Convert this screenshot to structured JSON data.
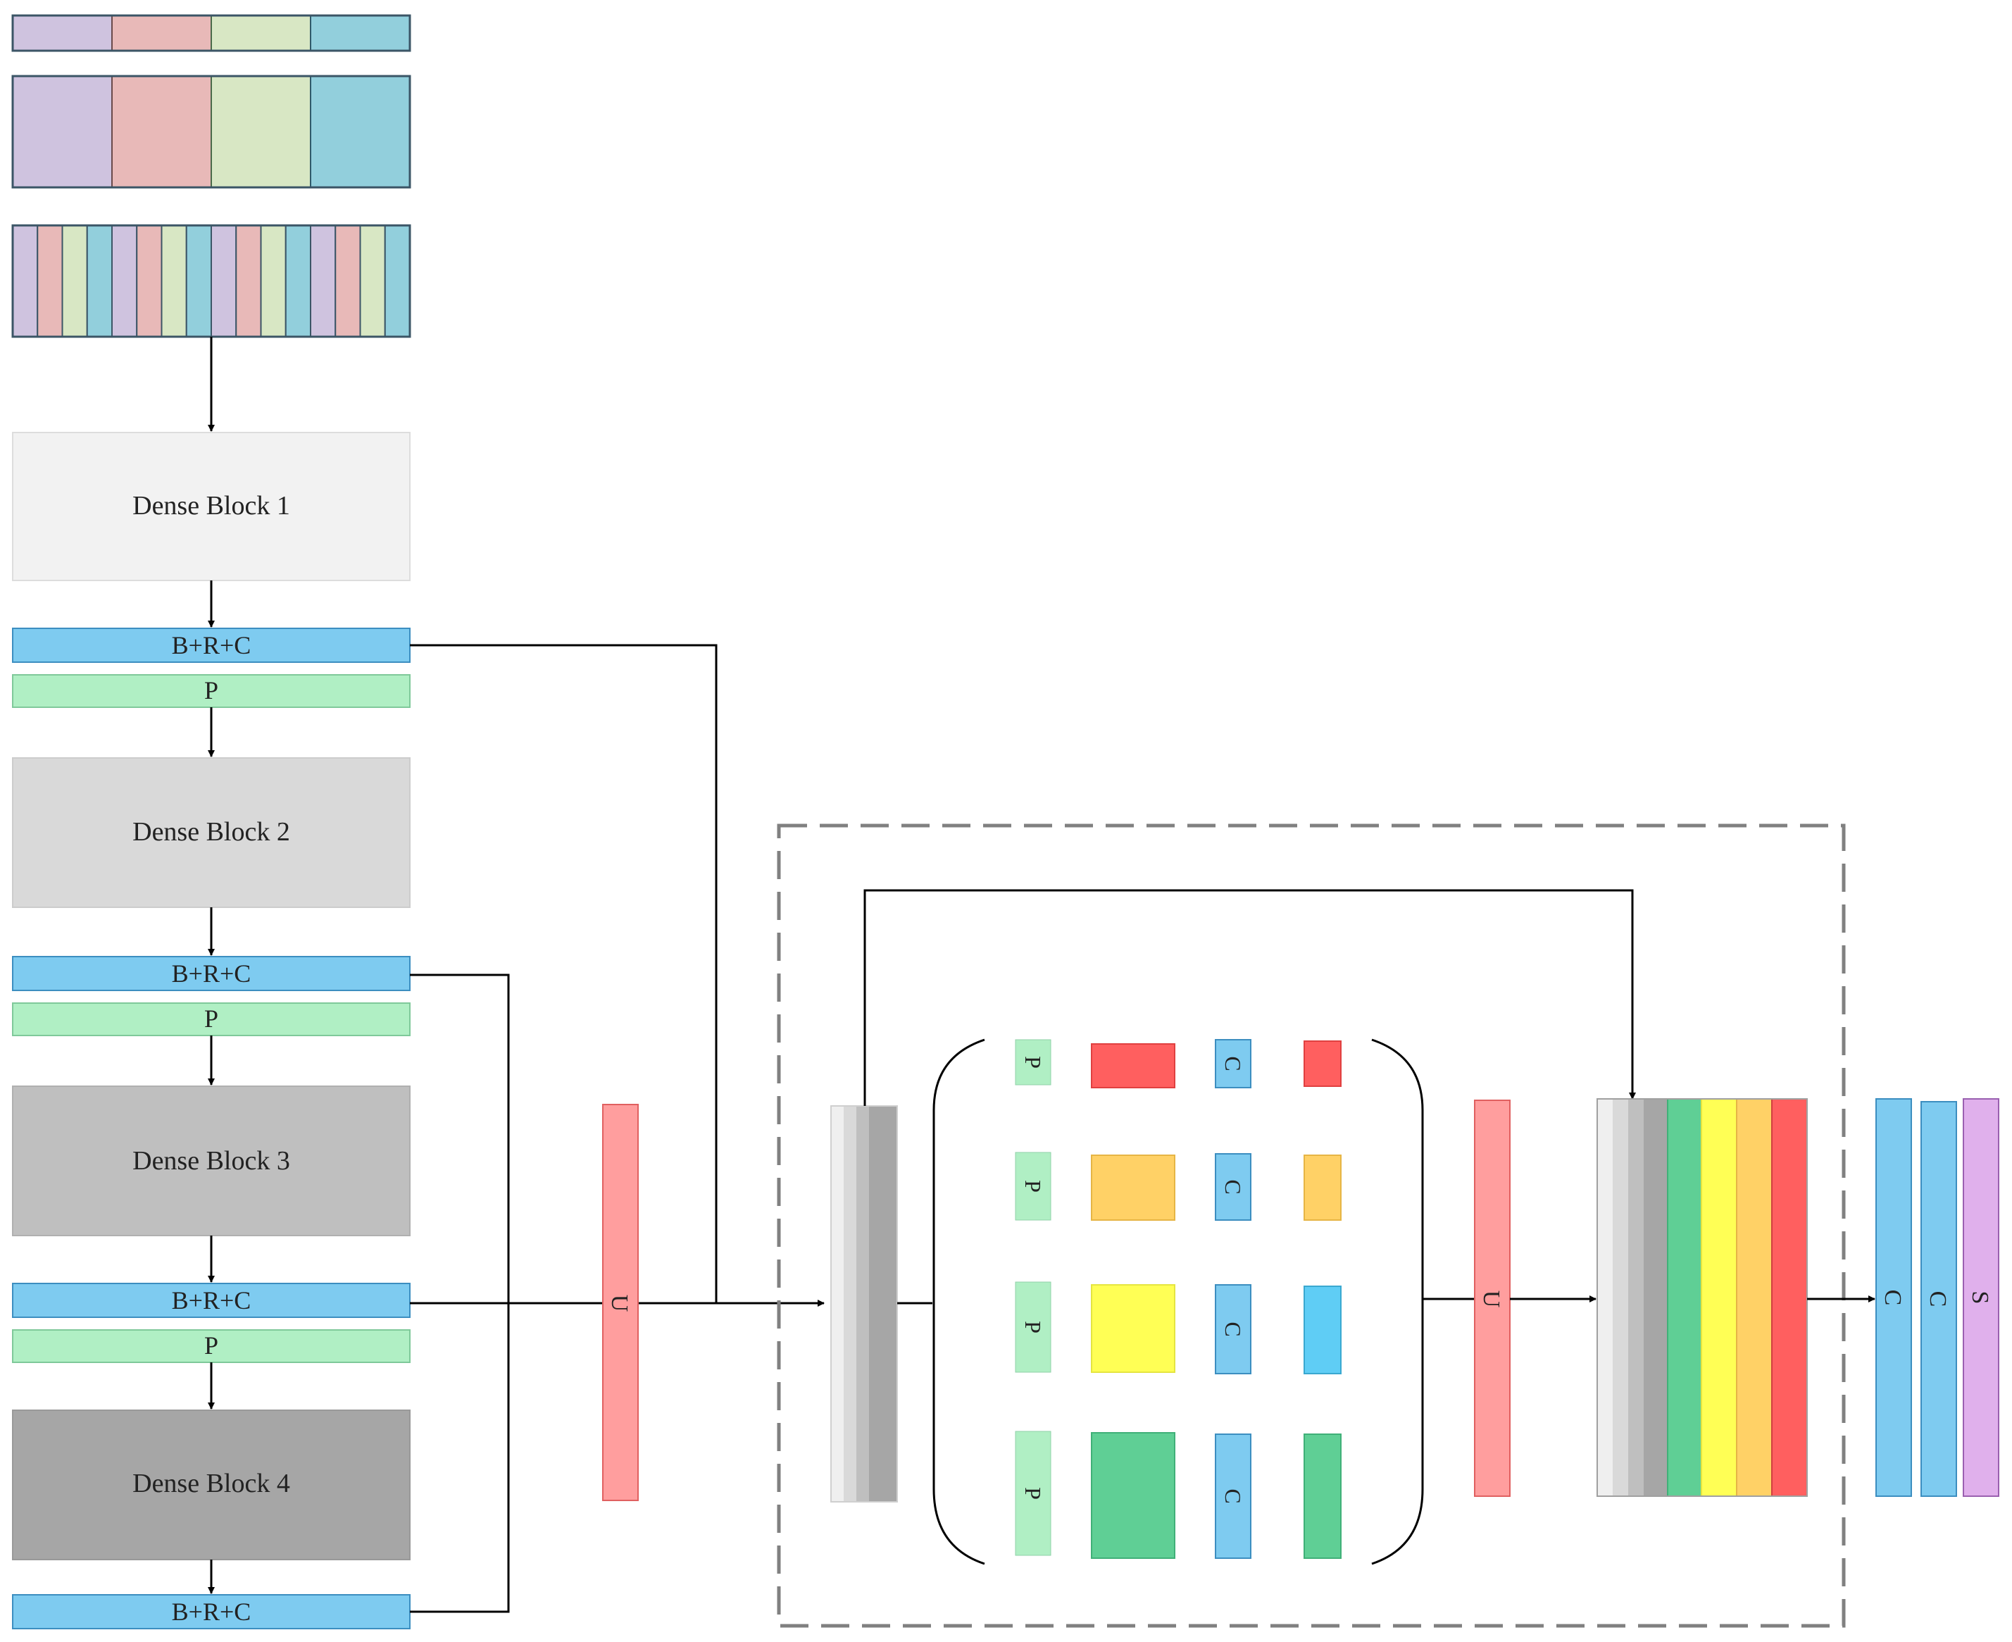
{
  "colors": {
    "input_purple": "#cfc3df",
    "input_red": "#e8b9b8",
    "input_green": "#d8e7c4",
    "input_teal": "#92cfdc",
    "dense1": "#f2f2f2",
    "dense2": "#d9d9d9",
    "dense3": "#bfbfbf",
    "dense4": "#a6a6a6",
    "brc": "#7ecbf0",
    "pool": "#b0efc4",
    "upsample": "#ff9e9e",
    "red": "#ff5f5f",
    "orange": "#ffd166",
    "yellow": "#ffff55",
    "green": "#5fcf95",
    "blue": "#5fcdf5",
    "softmax": "#e0b0ec",
    "line": "#000000",
    "dashed": "#808080"
  },
  "encoder": {
    "dense_blocks": [
      "Dense Block 1",
      "Dense Block 2",
      "Dense Block 3",
      "Dense Block 4"
    ],
    "transition_label": "B+R+C",
    "pool_label": "P"
  },
  "upsample_label": "U",
  "pyramid": {
    "pool_label": "P",
    "conv_label": "C"
  },
  "head": {
    "labels": [
      "C",
      "C",
      "S"
    ]
  }
}
